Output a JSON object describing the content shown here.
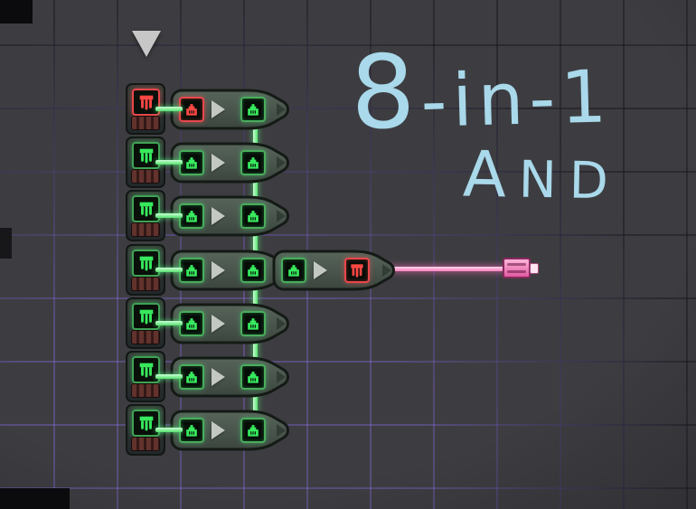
{
  "annotation": {
    "line1": "8-in-1",
    "line2": "AND",
    "color": "#a9d9ea"
  },
  "colors": {
    "background": "#3d3d41",
    "grid_line": "#2c2b32",
    "grid_accent": "#7e6ab9",
    "capsule_body": "#4a564d",
    "capsule_outline": "#141a15",
    "signal_on": "#37e95d",
    "signal_off": "#ff4744",
    "wire_on": "#55e06e",
    "cable_off": "#ff7fc2",
    "pointer": "#c7c7c7"
  },
  "board": {
    "pointer": {
      "shape": "triangle-down",
      "above": "first input connector"
    },
    "rows": [
      {
        "input_state": "off",
        "in_port": "off",
        "out_port": "on"
      },
      {
        "input_state": "on",
        "in_port": "on",
        "out_port": "on"
      },
      {
        "input_state": "on",
        "in_port": "on",
        "out_port": "on"
      },
      {
        "input_state": "on",
        "in_port": "on",
        "out_port": "on"
      },
      {
        "input_state": "on",
        "in_port": "on",
        "out_port": "on"
      },
      {
        "input_state": "on",
        "in_port": "on",
        "out_port": "on"
      },
      {
        "input_state": "on",
        "in_port": "on",
        "out_port": "on"
      }
    ],
    "gate_count": 7,
    "output_module": {
      "in_port": "on",
      "out_port": "off"
    },
    "output_cable": {
      "state": "off"
    }
  },
  "icons": {
    "pointer": "triangle-down-icon",
    "input_connector": "claw-plug-icon",
    "gate_port": "jack-port-icon",
    "flow_arrow": "arrow-right-icon",
    "cable_plug": "pink-plug-icon"
  }
}
